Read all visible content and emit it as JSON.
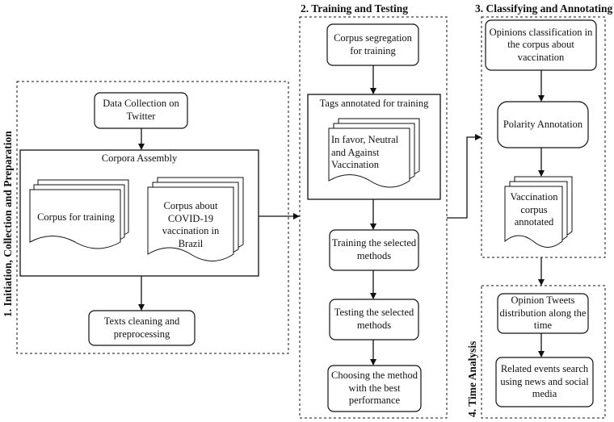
{
  "sections": {
    "s1_title": "1. Initiation, Collection and Preparation",
    "s2_title": "2. Training and Testing",
    "s3_title": "3. Classifying and Annotating",
    "s4_title": "4. Time Analysis"
  },
  "stage1": {
    "data_collection": "Data Collection on Twitter",
    "corpora_assembly": "Corpora Assembly",
    "corpus_training": "Corpus for training",
    "corpus_covid": "Corpus about COVID-19 vaccination in Brazil",
    "texts_cleaning": "Texts cleaning and preprocessing"
  },
  "stage2": {
    "corpus_segregation": "Corpus segregation for training",
    "tags_annotated": "Tags annotated for training",
    "tags_doc": "In favor, Neutral and Against Vaccination",
    "training": "Training the selected methods",
    "testing": "Testing the selected methods",
    "choosing": "Choosing the method with the best performance"
  },
  "stage3": {
    "opinions_classification": "Opinions classification in the corpus about vaccination",
    "polarity": "Polarity Annotation",
    "vaccination_corpus": "Vaccination corpus annotated"
  },
  "stage4": {
    "distribution": "Opinion Tweets distribution along the time",
    "related_events": "Related events search using news and social media"
  }
}
